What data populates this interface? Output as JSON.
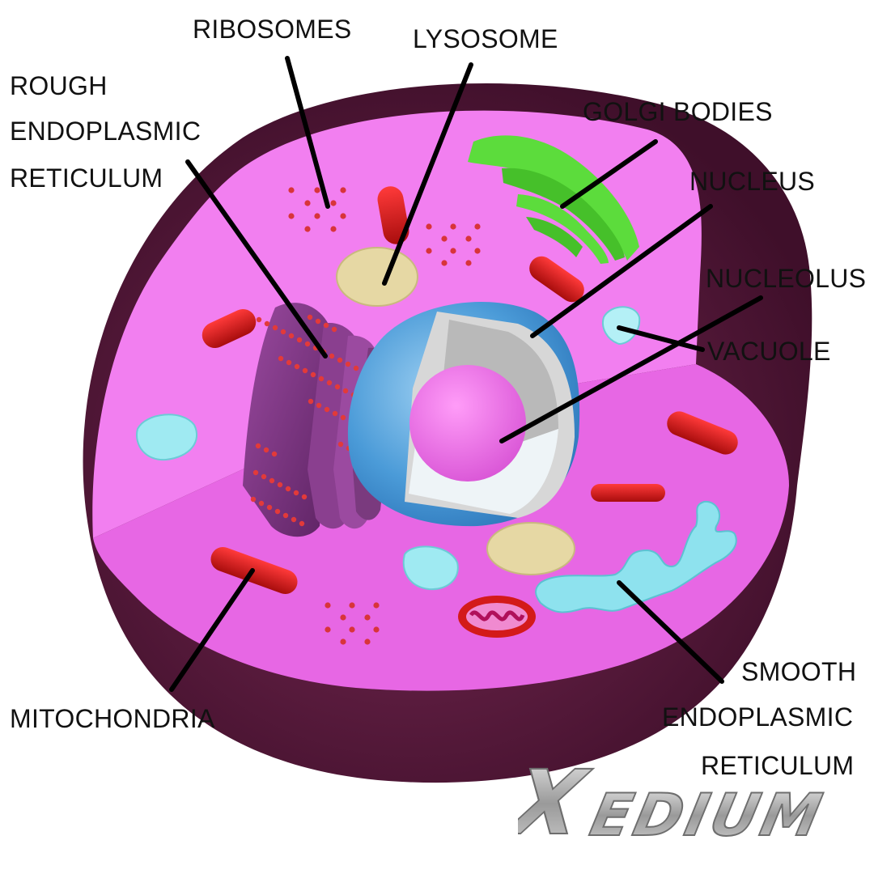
{
  "labels": {
    "ribosomes": "RIBOSOMES",
    "lysosome": "LYSOSOME",
    "rough_er_1": "ROUGH",
    "rough_er_2": "ENDOPLASMIC",
    "rough_er_3": "RETICULUM",
    "golgi_bodies": "GOLGI BODIES",
    "nucleus": "NUCLEUS",
    "nucleolus": "NUCLEOLUS",
    "vacuole": "VACUOLE",
    "mitochondria": "MITOCHONDRIA",
    "smooth_er_1": "SMOOTH",
    "smooth_er_2": "ENDOPLASMIC",
    "smooth_er_3": "RETICULUM"
  },
  "watermark": "XEDIUM",
  "colors": {
    "cytoplasm": "#f27ff0",
    "cytoplasm_floor": "#e35fe0",
    "membrane": "#5a1a3e",
    "rough_er": "#7a3a7e",
    "ribosome": "#d8343a",
    "golgi": "#5cdc3c",
    "nucleus_envelope": "#4d9fd8",
    "nucleolus": "#ee77ee",
    "lysosome": "#e6d8a4",
    "vacuole": "#9feaf2",
    "mitochondria": "#d31a1a",
    "smooth_er": "#8ee2ee",
    "leader_line": "#000000"
  }
}
